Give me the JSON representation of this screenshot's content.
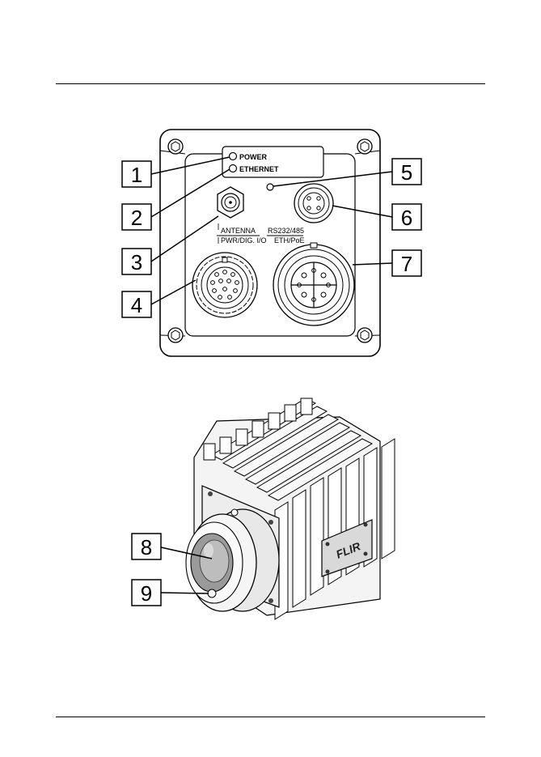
{
  "connector_panel": {
    "led_labels": {
      "power": "POWER",
      "ethernet": "ETHERNET"
    },
    "connector_labels": {
      "antenna": "ANTENNA",
      "pwr_dig_io": "PWR/DIG. I/O",
      "rs232_485": "RS232/485",
      "eth_poe": "ETH/PoE"
    },
    "callouts": [
      "1",
      "2",
      "3",
      "4",
      "5",
      "6",
      "7"
    ]
  },
  "camera_body": {
    "brand": "FLIR",
    "callouts": [
      "8",
      "9"
    ]
  }
}
